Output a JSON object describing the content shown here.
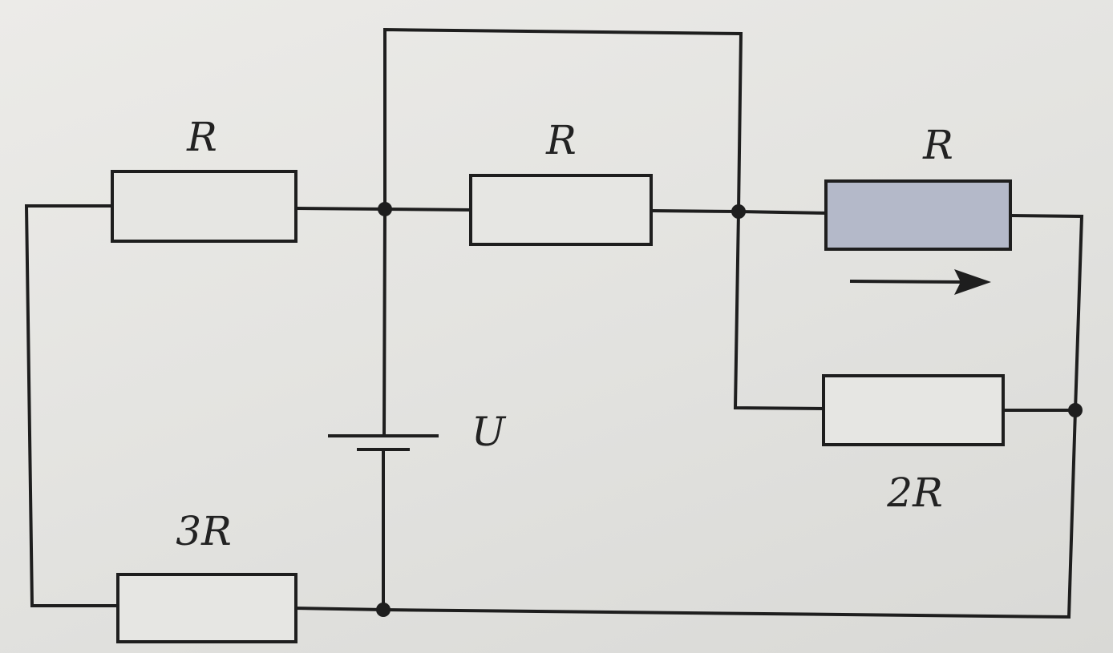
{
  "labels": {
    "r_left": "R",
    "r_middle": "R",
    "r_right_highlighted": "R",
    "r_parallel_bottom": "2R",
    "r_bottom_left": "3R",
    "voltage": "U"
  },
  "current_arrow": "→",
  "colors": {
    "wire": "#1e1e1e",
    "highlighted_resistor": "#b4b9c9",
    "background": "#e3e3e0"
  }
}
